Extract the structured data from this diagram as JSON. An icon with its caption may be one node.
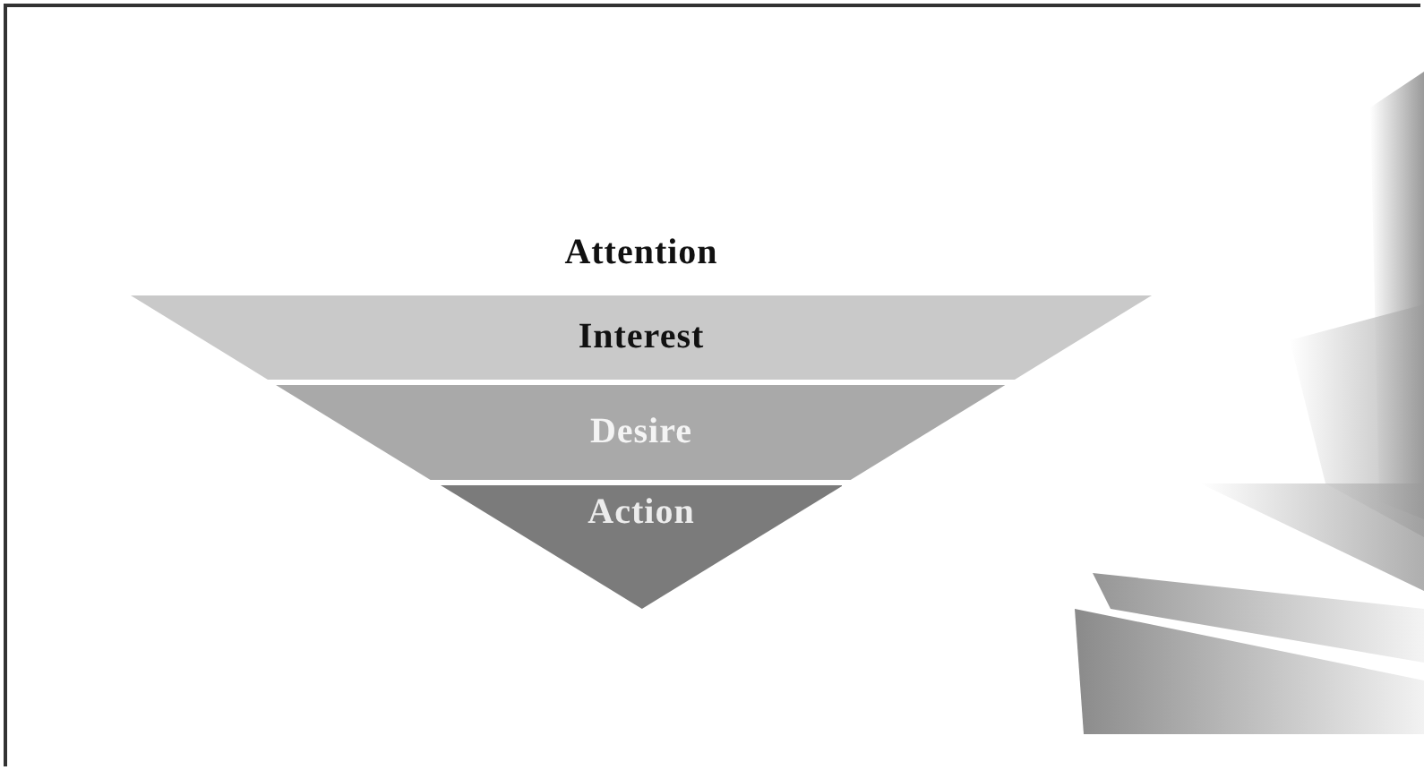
{
  "diagram": {
    "nodes": [
      {
        "text": [
          "Interest"
        ]
      },
      {
        "text": [
          "Desire"
        ]
      },
      {
        "text": [
          "Action"
        ]
      }
    ],
    "labels": [
      "Attention"
    ]
  }
}
